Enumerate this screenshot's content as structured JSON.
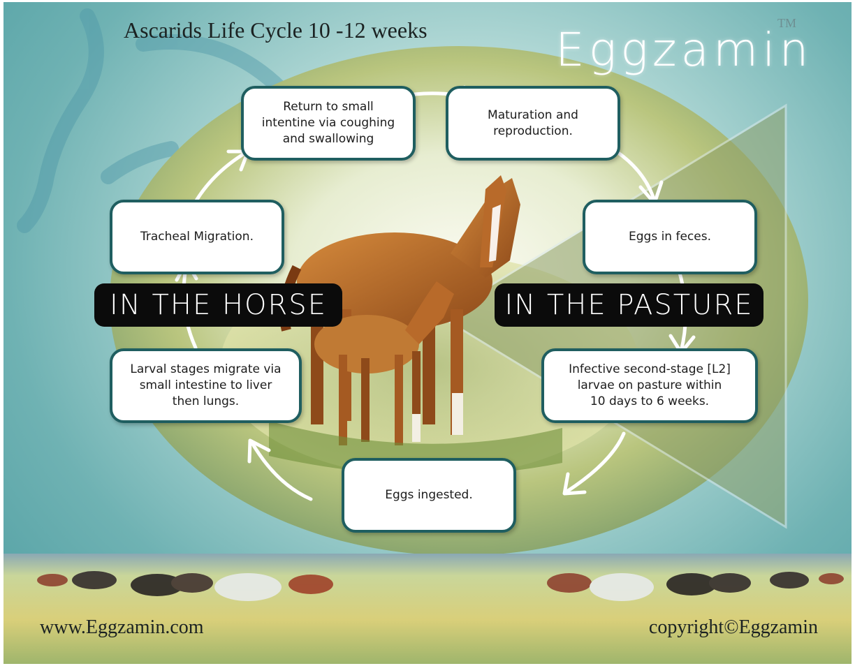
{
  "title": "Ascarids Life Cycle 10 -12 weeks",
  "brand": {
    "name": "Eggzamin",
    "trademark": "TM"
  },
  "stages": {
    "return_to_intestine": "Return to small\nintentine via coughing\nand swallowing",
    "maturation": "Maturation and\nreproduction.",
    "eggs_in_feces": "Eggs in feces.",
    "infective_larvae": "Infective second-stage [L2]\nlarvae on pasture within\n10 days to 6 weeks.",
    "eggs_ingested": "Eggs ingested.",
    "larval_migration": "Larval stages migrate via\nsmall intestine to liver\nthen lungs.",
    "tracheal_migration": "Tracheal Migration."
  },
  "zones": {
    "horse": "IN THE HORSE",
    "pasture": "IN THE PASTURE"
  },
  "footer": {
    "website": "www.Eggzamin.com",
    "copyright": "copyright©Eggzamin"
  },
  "colors": {
    "box_border": "#1f5e60",
    "zone_bg": "#0b0b0b",
    "ellipse_center": "#f2f5e8",
    "ellipse_edge": "#7f9e6a",
    "horse_coat": "#b86a2a"
  }
}
